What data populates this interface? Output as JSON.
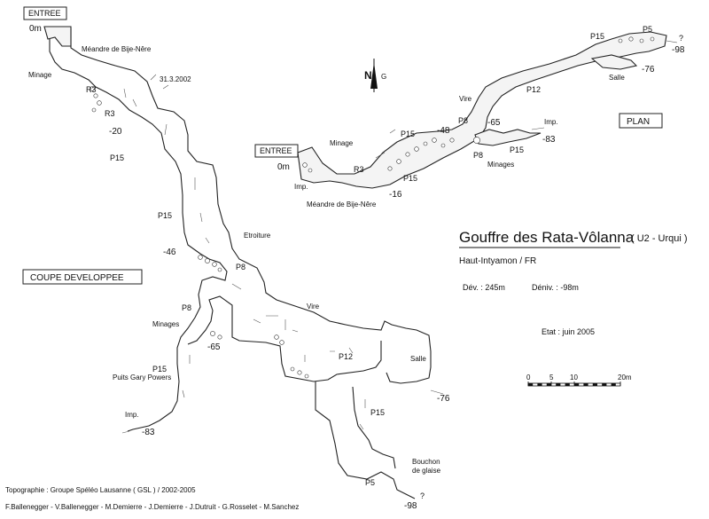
{
  "title": "Gouffre des Rata-Vôlanna",
  "code": "( U2 - Urqui )",
  "location": "Haut-Intyamon / FR",
  "development": "Dév. :  245m",
  "depth": "Déniv. :  -98m",
  "status": "Etat  :  juin 2005",
  "plan": {
    "box_label": "PLAN",
    "entrance_label": "ENTREE",
    "north_label": "N",
    "north_suffix": "G",
    "labels": {
      "zero": "0m",
      "imp": "Imp.",
      "minage": "Minage",
      "r3": "R3",
      "meandre": "Méandre de Bije-Nêre",
      "m16": "-16",
      "p15a": "P15",
      "p15b": "P15",
      "m48": "-48",
      "p8": "P8",
      "p8b": "P8",
      "m65": "-65",
      "vire": "Vire",
      "p12": "P12",
      "p15c": "P15",
      "p5": "P5",
      "q": "?",
      "m98": "-98",
      "m76": "-76",
      "salle": "Salle",
      "imp2": "Imp.",
      "m83": "-83",
      "p15d": "P15",
      "minages": "Minages"
    }
  },
  "section": {
    "box_label": "COUPE DEVELOPPEE",
    "entrance_label": "ENTREE",
    "labels": {
      "zero": "0m",
      "meandre": "Méandre de Bije-Nêre",
      "minage": "Minage",
      "date": "31.3.2002",
      "r3a": "R3",
      "r3b": "R3",
      "m20": "-20",
      "p15a": "P15",
      "p15b": "P15",
      "m46": "-46",
      "etroiture": "Etroiture",
      "p8": "P8",
      "p8b": "P8",
      "vire": "Vire",
      "minages": "Minages",
      "m65": "-65",
      "p12": "P12",
      "salle": "Salle",
      "p15c": "P15",
      "puits": "Puits Gary Powers",
      "imp": "Imp.",
      "m83": "-83",
      "m76": "-76",
      "p15d": "P15",
      "bouchon1": "Bouchon",
      "bouchon2": "de glaise",
      "p5": "P5",
      "q": "?",
      "m98": "-98"
    }
  },
  "scale_bar": {
    "ticks": [
      "0",
      "5",
      "10",
      "20m"
    ],
    "values_m": [
      0,
      5,
      10,
      20
    ]
  },
  "credits": {
    "line1": "Topographie  : Groupe Spéléo Lausanne ( GSL )  /  2002-2005",
    "line2": "F.Ballenegger - V.Ballenegger - M.Demierre - J.Demierre - J.Dutruit - G.Rosselet - M.Sanchez"
  }
}
